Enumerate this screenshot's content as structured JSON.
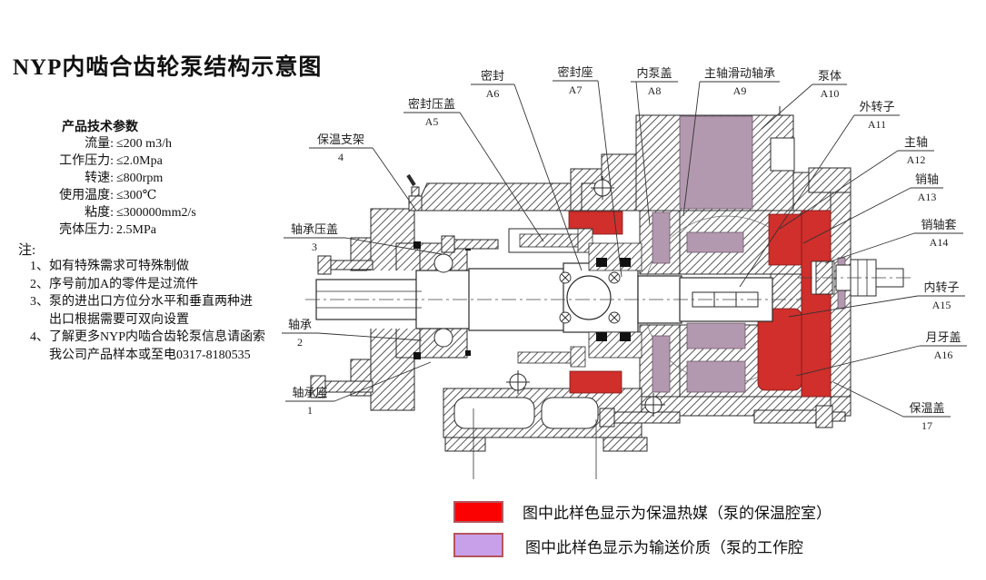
{
  "page": {
    "title": "NYP内啮合齿轮泵结构示意图"
  },
  "specs": {
    "heading": "产品技术参数",
    "rows": [
      {
        "label": "流量:",
        "value": "≤200 m3/h"
      },
      {
        "label": "工作压力:",
        "value": "≤2.0Mpa"
      },
      {
        "label": "转速:",
        "value": "≤800rpm"
      },
      {
        "label": "使用温度:",
        "value": "≤300℃"
      },
      {
        "label": "粘度:",
        "value": "≤300000mm2/s"
      },
      {
        "label": "壳体压力:",
        "value": "2.5MPa"
      }
    ]
  },
  "notes": {
    "heading": "注:",
    "lines": [
      "1、如有特殊需求可特殊制做",
      "2、序号前加A的零件是过流件",
      "3、泵的进出口方位分水平和垂直两种进",
      "出口根据需要可双向设置",
      "4、了解更多NYP内啮合齿轮泵信息请函索",
      "我公司产品样本或至电0317-8180535"
    ]
  },
  "diagram": {
    "labels": [
      {
        "name": "保温支架",
        "code": "4"
      },
      {
        "name": "密封压盖",
        "code": "A5"
      },
      {
        "name": "密封",
        "code": "A6"
      },
      {
        "name": "密封座",
        "code": "A7"
      },
      {
        "name": "内泵盖",
        "code": "A8"
      },
      {
        "name": "主轴滑动轴承",
        "code": "A9"
      },
      {
        "name": "泵体",
        "code": "A10"
      },
      {
        "name": "外转子",
        "code": "A11"
      },
      {
        "name": "主轴",
        "code": "A12"
      },
      {
        "name": "销轴",
        "code": "A13"
      },
      {
        "name": "销轴套",
        "code": "A14"
      },
      {
        "name": "内转子",
        "code": "A15"
      },
      {
        "name": "月牙盖",
        "code": "A16"
      },
      {
        "name": "保温盖",
        "code": "17"
      },
      {
        "name": "轴承压盖",
        "code": "3"
      },
      {
        "name": "轴承",
        "code": "2"
      },
      {
        "name": "轴承座",
        "code": "1"
      }
    ],
    "colors": {
      "insulation_red": "#d02f2b",
      "medium_purple": "#b399af",
      "line": "#2a2a2a"
    }
  },
  "legend": {
    "items": [
      {
        "color": "#fa0202",
        "border": "#b4555d",
        "text": "图中此样色显示为保温热媒（泵的保温腔室）"
      },
      {
        "color": "#c8a0ea",
        "border": "#b4555d",
        "text": "图中此样色显示为输送价质（泵的工作腔"
      }
    ]
  }
}
